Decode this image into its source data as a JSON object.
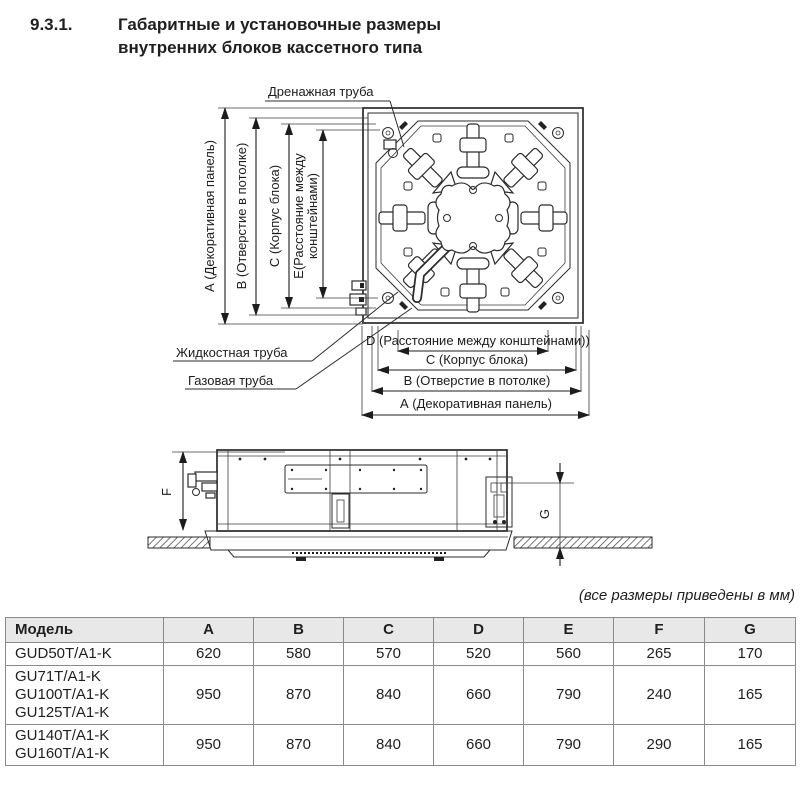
{
  "document": {
    "section_number": "9.3.1.",
    "title_line1": "Габаритные и установочные размеры",
    "title_line2": "внутренних блоков кассетного типа",
    "units_note": "(все размеры приведены в мм)"
  },
  "top_view": {
    "drain_pipe_label": "Дренажная труба",
    "liquid_pipe_label": "Жидкостная труба",
    "gas_pipe_label": "Газовая труба",
    "dim_a_left": "А (Декоративная панель)",
    "dim_b_left": "В (Отверстие в потолке)",
    "dim_c_left": "С (Корпус блока)",
    "dim_e_left_line1": "Е(Расстояние между",
    "dim_e_left_line2": "конштейнами)",
    "dim_d_bottom": "D (Расстояние между конштейнами))",
    "dim_c_bottom": "С (Корпус блока)",
    "dim_b_bottom": "В (Отверстие в потолке)",
    "dim_a_bottom": "А (Декоративная панель)"
  },
  "side_view": {
    "dim_f": "F",
    "dim_g": "G"
  },
  "table": {
    "headers": [
      "Модель",
      "A",
      "B",
      "C",
      "D",
      "E",
      "F",
      "G"
    ],
    "rows": [
      {
        "model": "GUD50T/A1-K",
        "a": "620",
        "b": "580",
        "c": "570",
        "d": "520",
        "e": "560",
        "f": "265",
        "g": "170"
      },
      {
        "model": "GU71T/A1-K\nGU100T/A1-K\nGU125T/A1-K",
        "a": "950",
        "b": "870",
        "c": "840",
        "d": "660",
        "e": "790",
        "f": "240",
        "g": "165"
      },
      {
        "model": "GU140T/A1-K\nGU160T/A1-K",
        "a": "950",
        "b": "870",
        "c": "840",
        "d": "660",
        "e": "790",
        "f": "290",
        "g": "165"
      }
    ]
  },
  "colors": {
    "ink": "#1f1f1f",
    "table_border": "#8a8a8a",
    "table_header_bg": "#e8e8e8"
  }
}
